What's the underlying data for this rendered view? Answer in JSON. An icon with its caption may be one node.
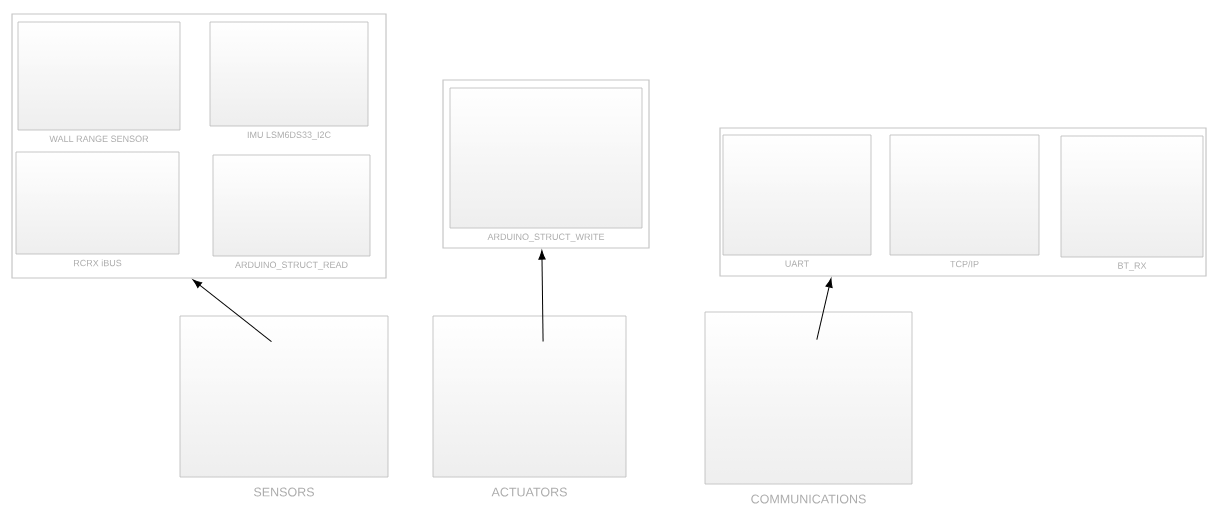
{
  "diagram": {
    "nodes": [
      {
        "text": [],
        "shape": "box"
      },
      {
        "text": [
          "WALL RANGE SENSOR"
        ],
        "in": 0
      },
      {
        "text": [
          "IMU LSM6DS33_I2C"
        ],
        "in": 0
      },
      {
        "text": [
          "RCRX iBUS"
        ],
        "in": 0
      },
      {
        "text": [
          "ARDUINO_STRUCT_READ"
        ],
        "in": 0
      },
      {
        "text": [],
        "shape": "box"
      },
      {
        "text": [
          "ARDUINO_STRUCT_WRITE"
        ],
        "in": 5
      },
      {
        "text": [],
        "shape": "box"
      },
      {
        "text": [
          "UART"
        ],
        "in": 7
      },
      {
        "text": [
          "TCP/IP"
        ],
        "in": 7
      },
      {
        "text": [
          "BT_RX"
        ],
        "in": 7
      },
      {
        "text": [
          "SENSORS"
        ]
      },
      {
        "text": [
          "ACTUATORS"
        ]
      },
      {
        "text": [
          "COMMUNICATIONS"
        ]
      }
    ],
    "edges": [
      {
        "from": 11,
        "to": 0,
        "arrow": "to"
      },
      {
        "from": 12,
        "to": 5,
        "arrow": "to"
      },
      {
        "from": 13,
        "to": 7,
        "arrow": "to"
      }
    ]
  }
}
